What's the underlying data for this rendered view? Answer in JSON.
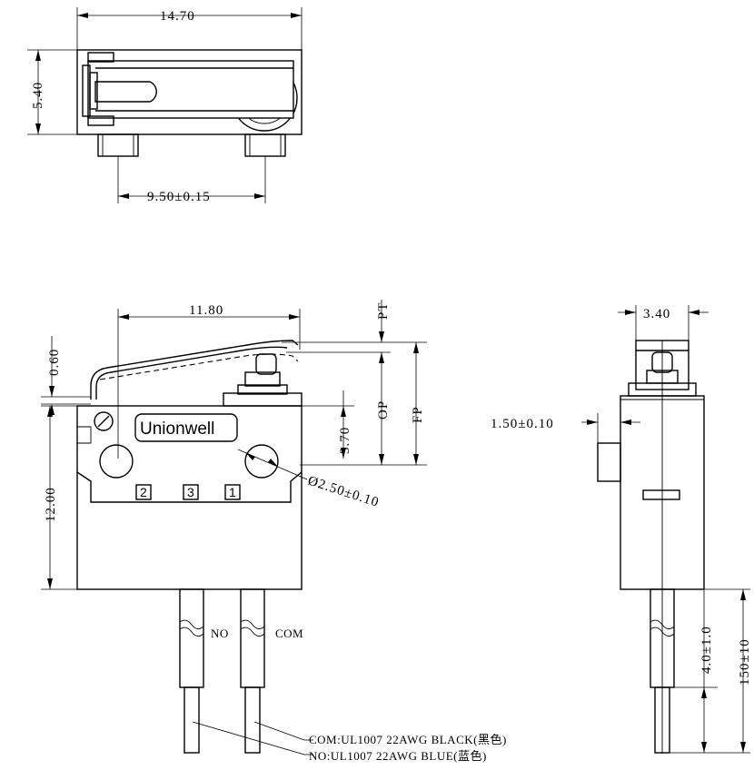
{
  "dimensions": {
    "top_width": "14.70",
    "top_height": "5.40",
    "pin_spacing": "9.50±0.15",
    "lever_span": "11.80",
    "pt_label": "PT",
    "lever_offset": "0.60",
    "op_label": "OP",
    "fp_label": "FP",
    "hole_height": "3.70",
    "body_height": "12.00",
    "hole_diameter": "Ø2.50±0.10",
    "side_width": "3.40",
    "side_offset": "1.50±0.10",
    "strip_length": "4.0±1.0",
    "wire_length": "150±10"
  },
  "body": {
    "brand": "Unionwell",
    "terminals": [
      "2",
      "3",
      "1"
    ]
  },
  "wires": {
    "no_label": "NO",
    "com_label": "COM",
    "com_spec": "COM:UL1007 22AWG BLACK(黑色)",
    "no_spec": "NO:UL1007 22AWG BLUE(蓝色)"
  }
}
